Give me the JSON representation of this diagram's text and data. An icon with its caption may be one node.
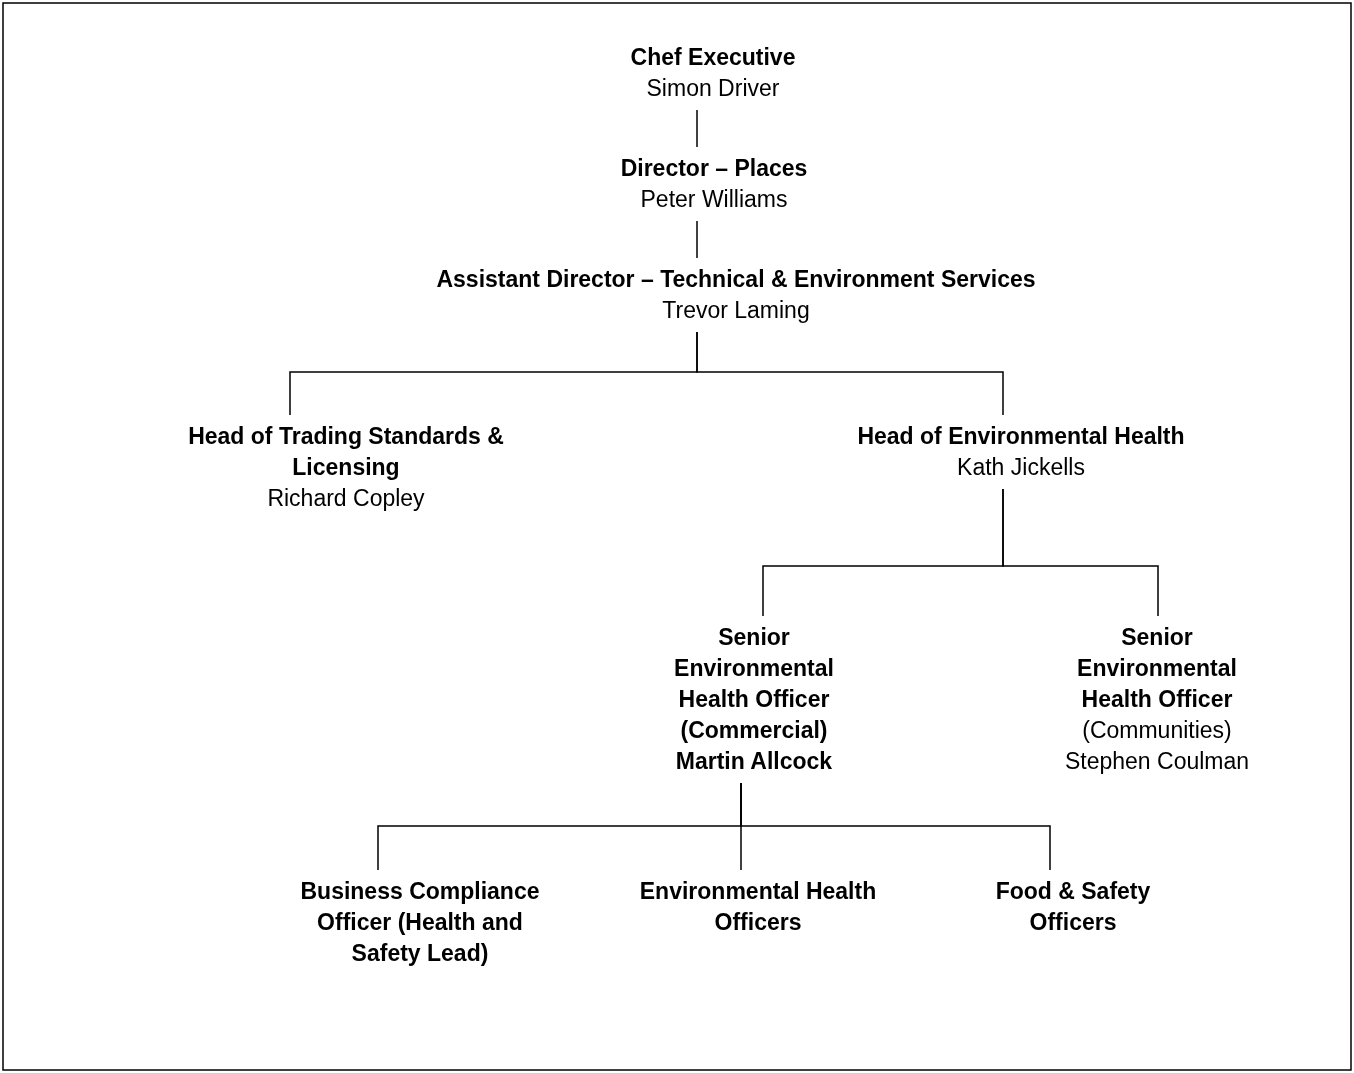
{
  "diagram": {
    "nodes": [
      {
        "text": [
          "Chef Executive",
          "Simon Driver"
        ]
      },
      {
        "text": [
          "Director – Places",
          "Peter Williams"
        ]
      },
      {
        "text": [
          "Assistant Director – Technical & Environment Services",
          "Trevor Laming"
        ]
      },
      {
        "text": [
          "Head of Trading Standards & Licensing",
          "Richard Copley"
        ]
      },
      {
        "text": [
          "Head of Environmental Health",
          "Kath Jickells"
        ]
      },
      {
        "text": [
          "Senior Environmental Health Officer (Commercial)",
          "Martin Allcock"
        ]
      },
      {
        "text": [
          "Senior Environmental Health Officer",
          "(Communities)",
          "Stephen Coulman"
        ]
      },
      {
        "text": [
          "Business Compliance Officer (Health and Safety Lead)"
        ]
      },
      {
        "text": [
          "Environmental Health Officers"
        ]
      },
      {
        "text": [
          "Food & Safety Officers"
        ]
      }
    ],
    "edges": [
      {
        "from": 0,
        "to": 1,
        "arrow": "none"
      },
      {
        "from": 1,
        "to": 2,
        "arrow": "none"
      },
      {
        "from": 2,
        "to": 3,
        "arrow": "none"
      },
      {
        "from": 2,
        "to": 4,
        "arrow": "none"
      },
      {
        "from": 4,
        "to": 5,
        "arrow": "none"
      },
      {
        "from": 4,
        "to": 6,
        "arrow": "none"
      },
      {
        "from": 5,
        "to": 7,
        "arrow": "none"
      },
      {
        "from": 5,
        "to": 8,
        "arrow": "none"
      },
      {
        "from": 5,
        "to": 9,
        "arrow": "none"
      }
    ]
  }
}
